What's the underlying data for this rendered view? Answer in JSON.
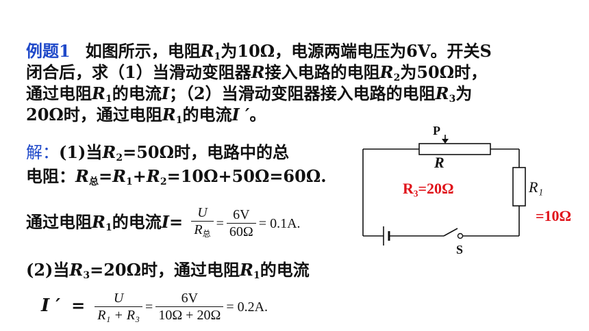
{
  "problem": {
    "label": "例题1",
    "l1_a": "如图所示，电阻",
    "l1_b": "为10Ω，电源两端电压为6V。开关S",
    "l2_a": "闭合后，求（1）当滑动变阻器",
    "l2_b": "接入电路的电阻",
    "l2_c": "为50Ω时，",
    "l3_a": "通过电阻",
    "l3_b": "的电流",
    "l3_c": "；（2）当滑动变阻器接入电路的电阻",
    "l3_d": "为",
    "l4_a": "20Ω时，通过电阻",
    "l4_b": "的电流",
    "l4_c": "I ′",
    "l4_d": "。"
  },
  "solution": {
    "label": "解：",
    "s1_a": "(1)当",
    "s1_b": "=50Ω时，电路中的总",
    "s2_a": "电阻：",
    "s2_b": "=",
    "s2_c": "+",
    "s2_d": "=10Ω+50Ω=60Ω.",
    "s3_a": "通过电阻",
    "s3_b": "的电流",
    "s3_c": "I",
    "s3_eq": "=",
    "f1_num": "U",
    "f1_den": "R",
    "f1_den_sub": "总",
    "f2_num": "6V",
    "f2_den": "60Ω",
    "s3_result": "= 0.1A.",
    "s4_a": "(2)当",
    "s4_b": "=20Ω时，通过电阻",
    "s4_c": "的电流",
    "s5_lhs": "I ′",
    "s5_eq": "=",
    "g1_num": "U",
    "g1_den": "R₁ + R₃",
    "g2_num": "6V",
    "g2_den": "10Ω + 20Ω",
    "s5_result": "= 0.2A."
  },
  "symbols": {
    "R": "R",
    "R_tot": "总",
    "I": "I",
    "sub1": "1",
    "sub2": "2",
    "sub3": "3"
  },
  "circuit": {
    "label_P": "P",
    "label_R": "R",
    "label_R3": "R₃=20Ω",
    "label_R1": "R₁",
    "label_R1_value": "=10Ω",
    "label_S": "S"
  },
  "colors": {
    "accent_blue": "#1f49c9",
    "accent_red": "#e0141b"
  }
}
